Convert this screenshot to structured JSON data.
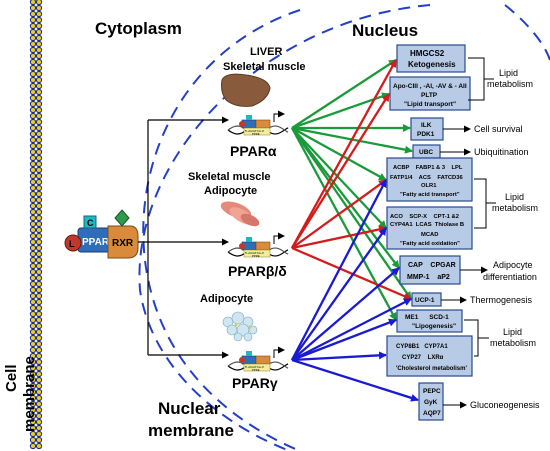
{
  "regions": {
    "cytoplasm": "Cytoplasm",
    "nucleus": "Nucleus",
    "cell_membrane_line1": "Cell",
    "cell_membrane_line2": "membrane",
    "nuclear_membrane_line1": "Nuclear",
    "nuclear_membrane_line2": "membrane"
  },
  "complex": {
    "ligand": "L",
    "coactivator": "C",
    "ppar": "PPAR",
    "rxr": "RXR"
  },
  "isoforms": [
    {
      "tissue_line1": "LIVER",
      "tissue_line2": "Skeletal muscle",
      "name": "PPARα",
      "dna_text": "5'-AGGTCA-3'",
      "dna_text2": "PPRE"
    },
    {
      "tissue_line1": "Skeletal muscle",
      "tissue_line2": "Adipocyte",
      "name": "PPARβ/δ",
      "dna_text": "5'-AGGTCA-3'",
      "dna_text2": "PPRE"
    },
    {
      "tissue_line1": "Adipocyte",
      "tissue_line2": "",
      "name": "PPARγ",
      "dna_text": "5'-AGGTCA-3'",
      "dna_text2": "PPRE"
    }
  ],
  "target_boxes": {
    "hmgcs2": {
      "line1": "HMGCS2",
      "line2": "Ketogenesis"
    },
    "apo": {
      "line1": "Apo-CIII , -AI, -AV & - AII",
      "line2": "PLTP",
      "line3": "\"Lipid transport\""
    },
    "ilk": {
      "line1": "ILK",
      "line2": "PDK1"
    },
    "ubc": {
      "line1": "UBC"
    },
    "fatty_transport": {
      "line1": "ACBP    FABP1 & 3    LPL",
      "line2": "FATP1/4    ACS    FATCD36",
      "line3": "OLR1",
      "line4": "\"Fatty acid transport\""
    },
    "fatty_oxidation": {
      "line1": "ACO    SCP-X    CPT-1 &2",
      "line2": "CYP4A1  LCAS  Thiolase B",
      "line3": "MCAD",
      "line4": "\"Fatty acid oxidation\""
    },
    "cap": {
      "line1": "CAP    CPGAR",
      "line2": "MMP-1    aP2"
    },
    "ucp": {
      "line1": "UCP-1"
    },
    "me1": {
      "line1": "ME1      SCD-1",
      "line2": "\"Lipogenesis\""
    },
    "cyp": {
      "line1": "CYP8B1   CYP7A1",
      "line2": "CYP27    LXRα",
      "line3": "'Cholesterol metabolism'"
    },
    "pepc": {
      "line1": "PEPC",
      "line2": "GyK",
      "line3": "AQP7"
    }
  },
  "outcomes": {
    "lipid_metabolism_1_line1": "Lipid",
    "lipid_metabolism_1_line2": "metabolism",
    "cell_survival": "Cell survival",
    "ubiquitination": "Ubiquitination",
    "lipid_metabolism_2_line1": "Lipid",
    "lipid_metabolism_2_line2": "metabolism",
    "adipocyte_diff_line1": "Adipocyte",
    "adipocyte_diff_line2": "differentiation",
    "thermogenesis": "Thermogenesis",
    "lipid_metabolism_3_line1": "Lipid",
    "lipid_metabolism_3_line2": "metabolism",
    "gluconeogenesis": "Gluconeogenesis"
  },
  "colors": {
    "alpha_arrows": "#1a9a3a",
    "beta_arrows": "#d41c1c",
    "gamma_arrows": "#1a1ad4",
    "box_fill": "#b8cbe6",
    "box_stroke": "#2a4b8c",
    "membrane_dash": "#2340c8",
    "ppar_box": "#2f6db8",
    "rxr_box": "#d98a3a",
    "ligand": "#c0392b",
    "coactivator": "#1fb7c4",
    "green_diamond": "#2e9a4a"
  }
}
